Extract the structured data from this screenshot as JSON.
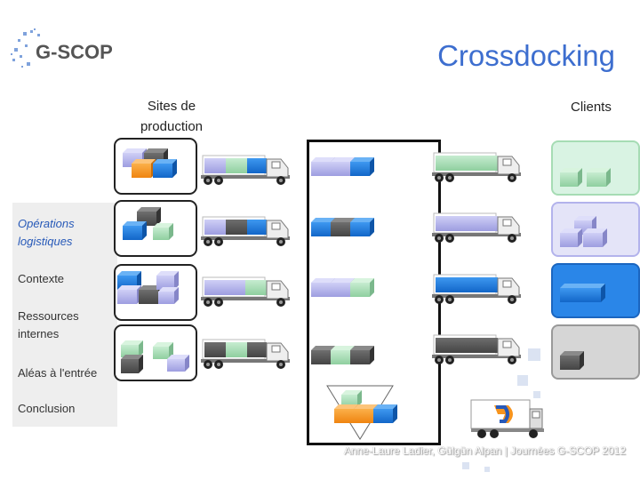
{
  "header": {
    "logo_text": "G-SCOP",
    "title": "Crossdocking"
  },
  "labels": {
    "sites": "Sites de production",
    "sites_line1": "Sites de",
    "sites_line2": "production",
    "clients": "Clients"
  },
  "menu": [
    {
      "label_lines": [
        "Opérations",
        "logistiques"
      ],
      "active": true
    },
    {
      "label_lines": [
        "Contexte"
      ],
      "active": false
    },
    {
      "label_lines": [
        "Ressources",
        "internes"
      ],
      "active": false
    },
    {
      "label_lines": [
        "Aléas à l'entrée"
      ],
      "active": false
    },
    {
      "label_lines": [
        "Conclusion"
      ],
      "active": false
    }
  ],
  "footer": "Anne-Laure Ladier, Gülgün Alpan | Journées G-SCOP 2012",
  "colors": {
    "green": "#a6dcb4",
    "lavender": "#b3b3ec",
    "blue": "#1f7fe0",
    "gray": "#5a5a5a",
    "orange": "#f7941d",
    "title_blue": "#3d6ecf",
    "client_green_bg": "#d9f3e3",
    "client_lavender_bg": "#e4e4f8",
    "client_blue_bg": "#2a86e8",
    "client_gray_bg": "#d6d6d6"
  }
}
